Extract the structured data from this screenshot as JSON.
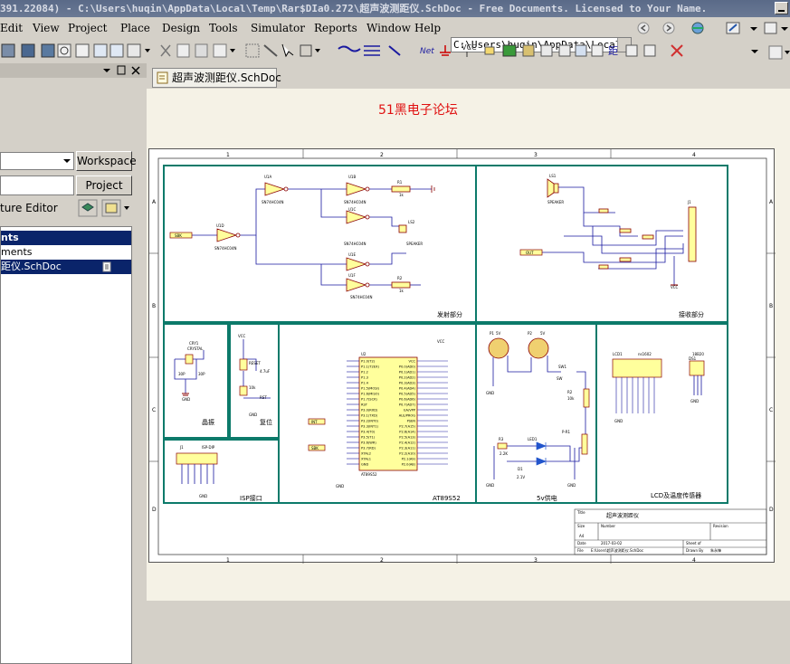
{
  "window": {
    "title": "391.22084) - C:\\Users\\huqin\\AppData\\Local\\Temp\\Rar$DIa0.272\\超声波测距仪.SchDoc - Free Documents. Licensed to Your Name."
  },
  "menu": {
    "items": [
      "Edit",
      "View",
      "Project",
      "Place",
      "Design",
      "Tools",
      "Simulator",
      "Reports",
      "Window",
      "Help"
    ]
  },
  "toolbar": {
    "path_value": "C:\\Users\\huqin\\AppData\\Local\\Te"
  },
  "left_panel": {
    "workspace_label": "Workspace",
    "project_label": "Project",
    "structure_label": "ture Editor",
    "tree": {
      "header": "nts",
      "row1": "ments",
      "row2": "距仪.SchDoc"
    }
  },
  "tabs": [
    {
      "label": "超声波测距仪.SchDoc"
    }
  ],
  "watermark": "51黑电子论坛",
  "schematic": {
    "col_numbers": [
      "1",
      "2",
      "3",
      "4"
    ],
    "row_letters": [
      "A",
      "B",
      "C",
      "D"
    ],
    "blocks": {
      "transmit": "发射部分",
      "receive": "接收部分",
      "crystal": "晶振",
      "reset": "复位",
      "isp": "ISP接口",
      "mcu": "AT89S52",
      "power": "5v供电",
      "lcd": "LCD及温度传感器"
    },
    "parts": {
      "u1a": "U1A",
      "u1b": "U1B",
      "u1c": "U1C",
      "u1d": "U1D",
      "u1e": "U1E",
      "u1f": "U1F",
      "inv": "SN74HC04N",
      "r1": "R1",
      "r1v": "1k",
      "r2": "R2",
      "ls1": "LS1",
      "ls2": "LS2",
      "speaker": "SPEAKER",
      "out": "OUT",
      "int": "INT",
      "sbk": "SBK",
      "u2": "U2",
      "u2part": "AT89S52",
      "cry1": "CRY1",
      "crystal": "CRYSTAL",
      "c30p": "30P",
      "reset": "RESET",
      "c47": "4.7uF",
      "r10k": "10k",
      "r3": "R3",
      "r22k": "2.2K",
      "res": "RST",
      "p1": "P1",
      "p2": "P2",
      "v5": "5V",
      "sw1": "SW1",
      "sw": "SW",
      "led1": "LED1",
      "d1": "D1",
      "v2_1": "2.1V",
      "pr1": "P-R1",
      "lcd": "LCD1",
      "lcdpart": "ns1602",
      "ds": "18B20",
      "ds1": "DS1",
      "j1": "J1",
      "isp": "ISP-DIP",
      "gnd": "GND",
      "vcc": "VCC"
    },
    "mcu_pins_left": [
      "P1.0(T2)",
      "P1.1(T2EX)",
      "P1.2",
      "P1.3",
      "P1.4",
      "P1.5(MOSI)",
      "P1.6(MISO)",
      "P1.7(SCK)",
      "RST",
      "P3.0(RXD)",
      "P3.1(TXD)",
      "P3.2(INT0)",
      "P3.3(INT1)",
      "P3.4(T0)",
      "P3.5(T1)",
      "P3.6(WR)",
      "P3.7(RD)",
      "XTAL2",
      "XTAL1",
      "GND"
    ],
    "mcu_pins_right": [
      "VCC",
      "P0.0(AD0)",
      "P0.1(AD1)",
      "P0.2(AD2)",
      "P0.3(AD3)",
      "P0.4(AD4)",
      "P0.5(AD5)",
      "P0.6(AD6)",
      "P0.7(AD7)",
      "EA/VPP",
      "ALE/PROG",
      "PSEN",
      "P2.7(A15)",
      "P2.6(A14)",
      "P2.5(A13)",
      "P2.4(A12)",
      "P2.3(A11)",
      "P2.2(A10)",
      "P2.1(A9)",
      "P2.0(A8)"
    ],
    "title_block": {
      "title_label": "Title",
      "title_value": "超声波测距仪",
      "size_label": "Size",
      "size_value": "A4",
      "number_label": "Number",
      "revision_label": "Revision",
      "date_label": "Date",
      "date_value": "2017-03-02",
      "sheet_label": "Sheet of",
      "file_label": "File",
      "file_value": "E:\\Users\\超声波测距仪.SchDoc",
      "drawn_label": "Drawn By",
      "drawn_value": "朱永锋"
    }
  },
  "colors": {
    "block_border": "#0c7a6a",
    "wire": "#1a1aa0",
    "part_fill": "#ffff9c",
    "part_stroke": "#8b0000",
    "watermark": "#e01010"
  }
}
